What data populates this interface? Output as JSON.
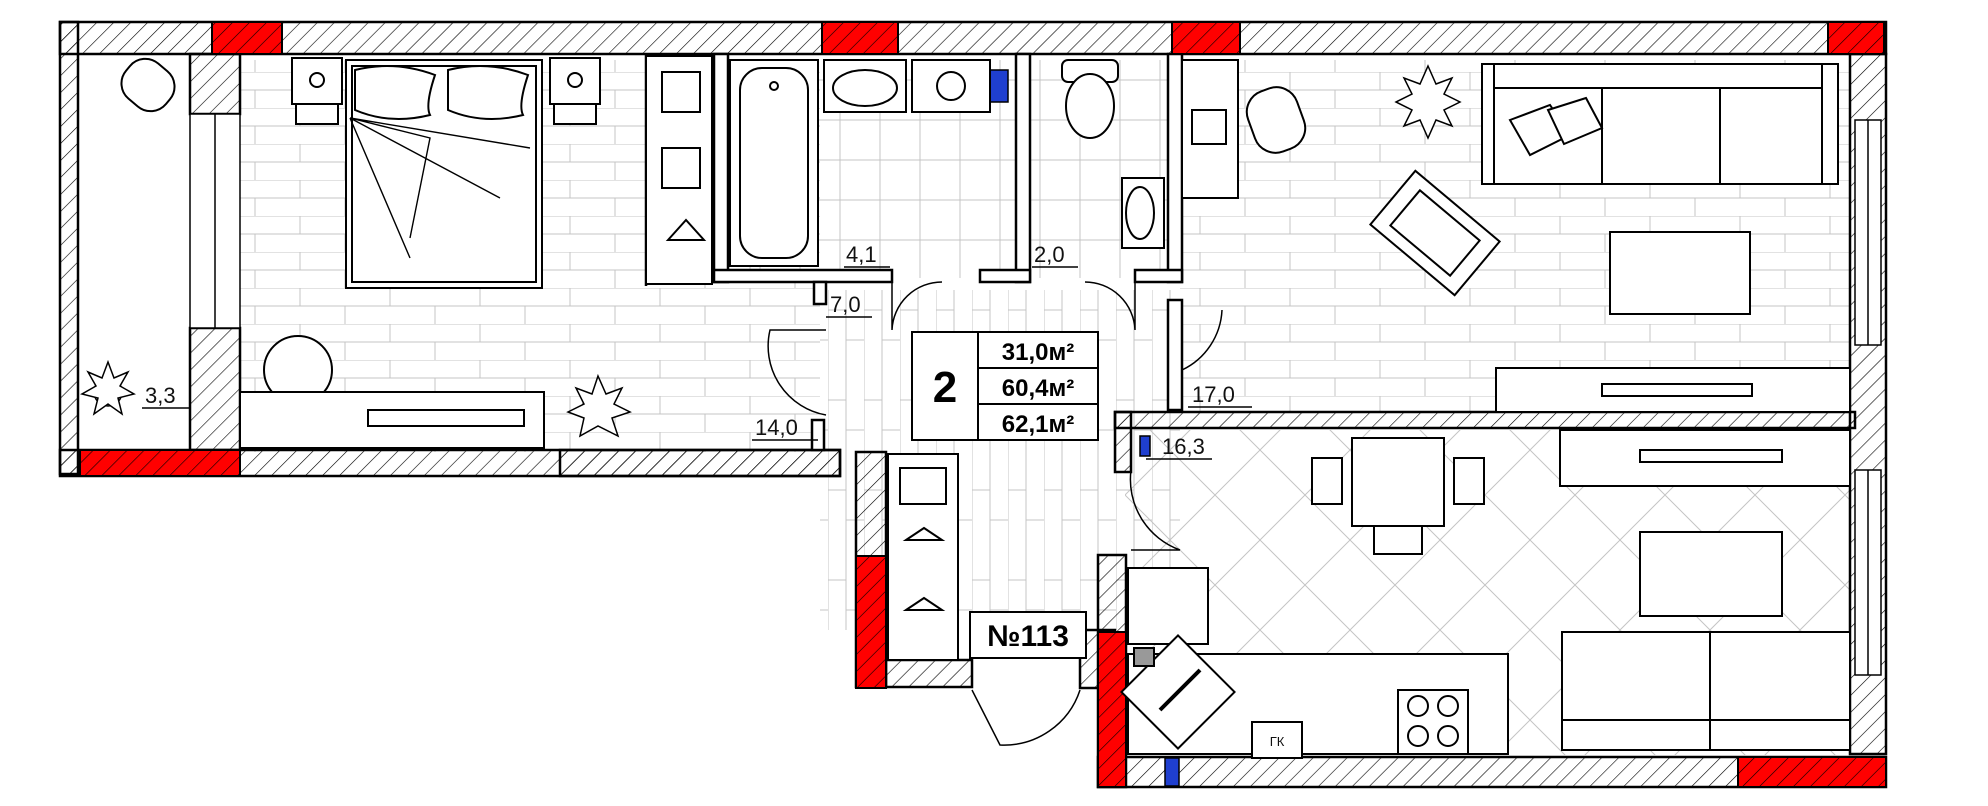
{
  "apartment": {
    "rooms_count": "2",
    "area_living": "31,0м²",
    "area_total": "60,4м²",
    "area_total_with_balcony": "62,1м²",
    "number": "№113"
  },
  "rooms": {
    "balcony": "3,3",
    "bedroom": "14,0",
    "bathroom": "4,1",
    "toilet": "2,0",
    "hallway": "7,0",
    "living_room": "17,0",
    "kitchen": "16,3"
  },
  "equipment": {
    "gas_boiler_label": "ГК"
  },
  "colors": {
    "wall_fill": "#ffffff",
    "wall_stroke": "#000000",
    "bearing_wall": "#ff0000",
    "window": "#1f3fd0",
    "floor_lines": "#b8b8b8"
  }
}
